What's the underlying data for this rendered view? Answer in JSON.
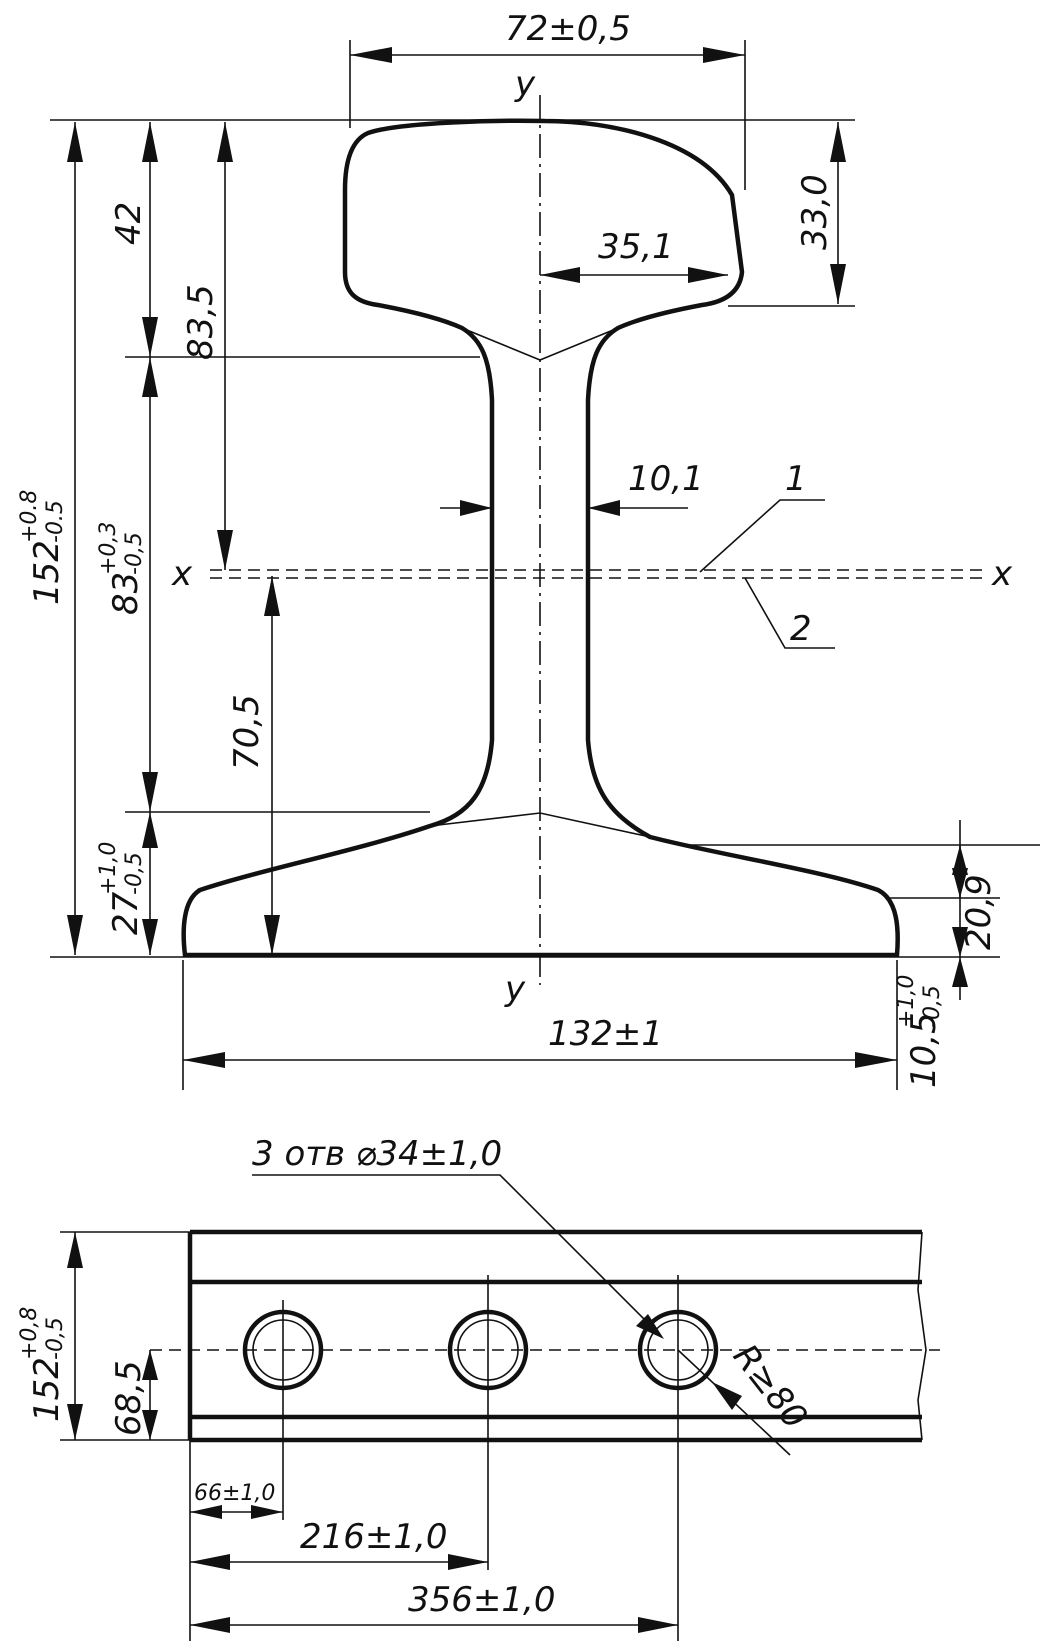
{
  "cross_section": {
    "head_width": "72±0,5",
    "head_height": "33,0",
    "head_width_half": "35,1",
    "web_thickness": "10,1",
    "height_42": "42",
    "height_83_5": "83,5",
    "height_70_5": "70,5",
    "height_20_9": "20,9",
    "base_width": "132±1",
    "height_total": {
      "value": "152",
      "tol_plus": "+0.8",
      "tol_minus": "-0.5"
    },
    "height_83": {
      "value": "83",
      "tol_plus": "+0,3",
      "tol_minus": "-0,5"
    },
    "height_27": {
      "value": "27",
      "tol_plus": "+1,0",
      "tol_minus": "-0,5"
    },
    "height_10_5": {
      "value": "10,5",
      "tol_plus": "+1,0",
      "tol_minus": "-0,5"
    },
    "axis_y": "y",
    "axis_x": "x",
    "callout_1": "1",
    "callout_2": "2"
  },
  "side_view": {
    "holes_label": "3 отв ⌀34±1,0",
    "radius": "R≥80",
    "height_total": {
      "value": "152",
      "tol_plus": "+0,8",
      "tol_minus": "-0,5"
    },
    "hole_height": "68,5",
    "dim_66": "66±1,0",
    "dim_216": "216±1,0",
    "dim_356": "356±1,0"
  }
}
